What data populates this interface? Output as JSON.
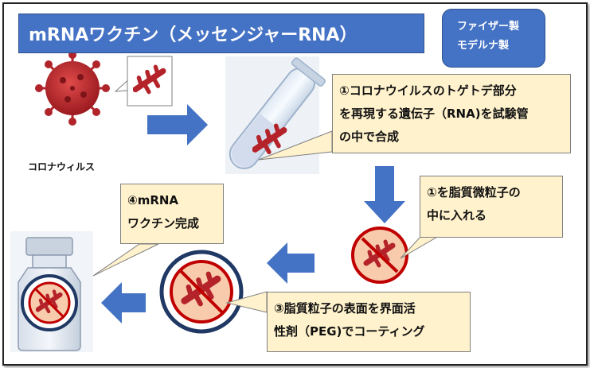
{
  "title": "mRNAワクチン（メッセンジャーRNA）",
  "makers": [
    "ファイザー製",
    "モデルナ製"
  ],
  "virus_label": "コロナウィルス",
  "step1": "①コロナウイルスのトゲトデ部分を再現する遺伝子（RNA)を試験管の中で合成",
  "step1_lines": [
    "①コロナウイルスのトゲトデ部分",
    "を再現する遺伝子（RNA)を試験管",
    "の中で合成"
  ],
  "step2_lines": [
    "①を脂質微粒子の",
    "中に入れる"
  ],
  "step3_lines": [
    "③脂質粒子の表面を界面活",
    "性剤（PEG)でコーティング"
  ],
  "step4_lines": [
    "④mRNA",
    "ワクチン完成"
  ],
  "colors": {
    "title_bg": "#4472c4",
    "callout_bg": "#fff2cc",
    "arrow": "#4472c4",
    "virus": "#c0242b",
    "ring_red": "#c00000",
    "ring_navy": "#1f3864"
  }
}
